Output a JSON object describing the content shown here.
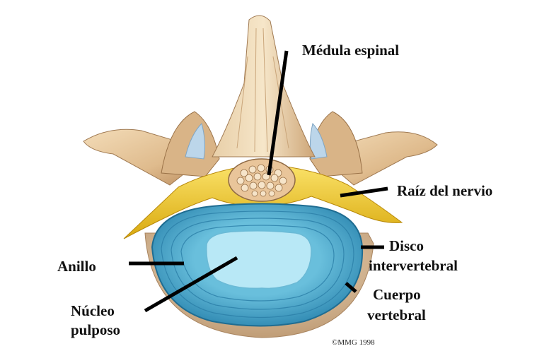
{
  "labels": {
    "medula": "Médula espinal",
    "raiz": "Raíz del nervio",
    "disco_line1": "Disco",
    "disco_line2": "intervertebral",
    "anillo": "Anillo",
    "nucleo_line1": "Núcleo",
    "nucleo_line2": "pulposo",
    "cuerpo_line1": "Cuerpo",
    "cuerpo_line2": "vertebral"
  },
  "copyright": "©MMG 1998",
  "colors": {
    "bone": "#e6c7a0",
    "bone_shade": "#c49a6c",
    "nerve_yellow": "#f2c81a",
    "disc_blue": "#4aa3c9",
    "nucleus_blue": "#aee3f3",
    "cord": "#c9a07a",
    "pointer": "#000000"
  }
}
